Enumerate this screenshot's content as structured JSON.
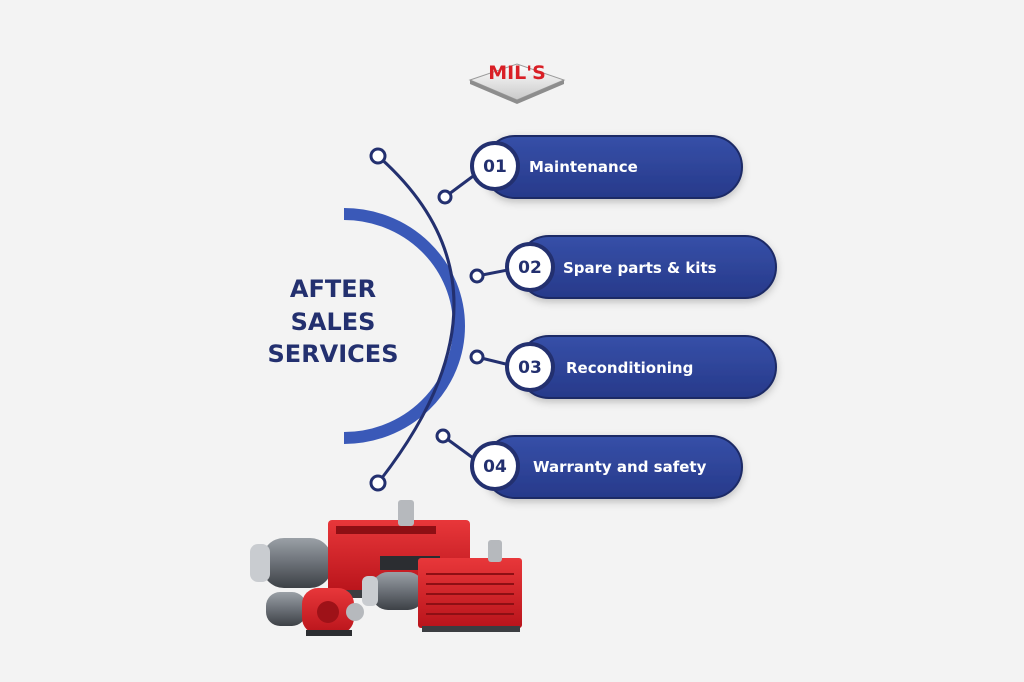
{
  "logo": {
    "text": "MIL'S"
  },
  "title": {
    "lines": [
      "AFTER",
      "SALES",
      "SERVICES"
    ]
  },
  "services": [
    {
      "number": "01",
      "label": "Maintenance"
    },
    {
      "number": "02",
      "label": "Spare parts & kits"
    },
    {
      "number": "03",
      "label": "Reconditioning"
    },
    {
      "number": "04",
      "label": "Warranty and safety"
    }
  ],
  "colors": {
    "navy": "#23306f",
    "pill_blue": "#2f4598",
    "arc_blue": "#3a59b8",
    "brand_red": "#d91f26",
    "background": "#f3f3f3"
  },
  "icons": {
    "product_image": "vacuum-pumps-image"
  }
}
